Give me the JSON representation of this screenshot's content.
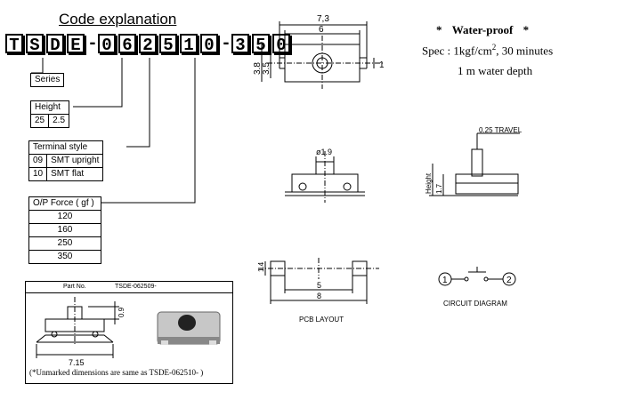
{
  "title": "Code explanation",
  "code_chars": [
    "T",
    "S",
    "D",
    "E",
    "-",
    "0",
    "6",
    "2",
    "5",
    "1",
    "0",
    "-",
    "3",
    "5",
    "0"
  ],
  "series": "Series",
  "height": {
    "label": "Height",
    "values": [
      "25",
      "2.5"
    ]
  },
  "terminal": {
    "label": "Terminal style",
    "rows": [
      [
        "09",
        "SMT upright"
      ],
      [
        "10",
        "SMT flat"
      ]
    ]
  },
  "force": {
    "label": "O/P Force ( gf )",
    "values": [
      "120",
      "160",
      "250",
      "350"
    ]
  },
  "part": {
    "label": "Part No.",
    "value": "TSDE-062509-",
    "dim_width": "7.15",
    "dim_height": "0.9",
    "footnote": "(*Unmarked dimensions are same as TSDE-062510- )"
  },
  "dims": {
    "width_outer": "7,3",
    "width_inner": "6",
    "height_a": "3.8",
    "height_b": "3.5",
    "side": "1",
    "dia": "ø1.9",
    "travel": "0.25 TRAVEL",
    "height_label": "Height",
    "side_h": "1.7"
  },
  "water": {
    "star": "*",
    "title": "Water-proof",
    "spec": "Spec : 1kgf/cm",
    "spec_sup": "2",
    "spec_tail": ", 30 minutes",
    "depth": "1 m water depth"
  },
  "pcb": {
    "pad": "1.4",
    "inner": "5",
    "outer": "8",
    "label": "PCB LAYOUT"
  },
  "circuit": {
    "n1": "1",
    "n2": "2",
    "label": "CIRCUIT DIAGRAM"
  }
}
